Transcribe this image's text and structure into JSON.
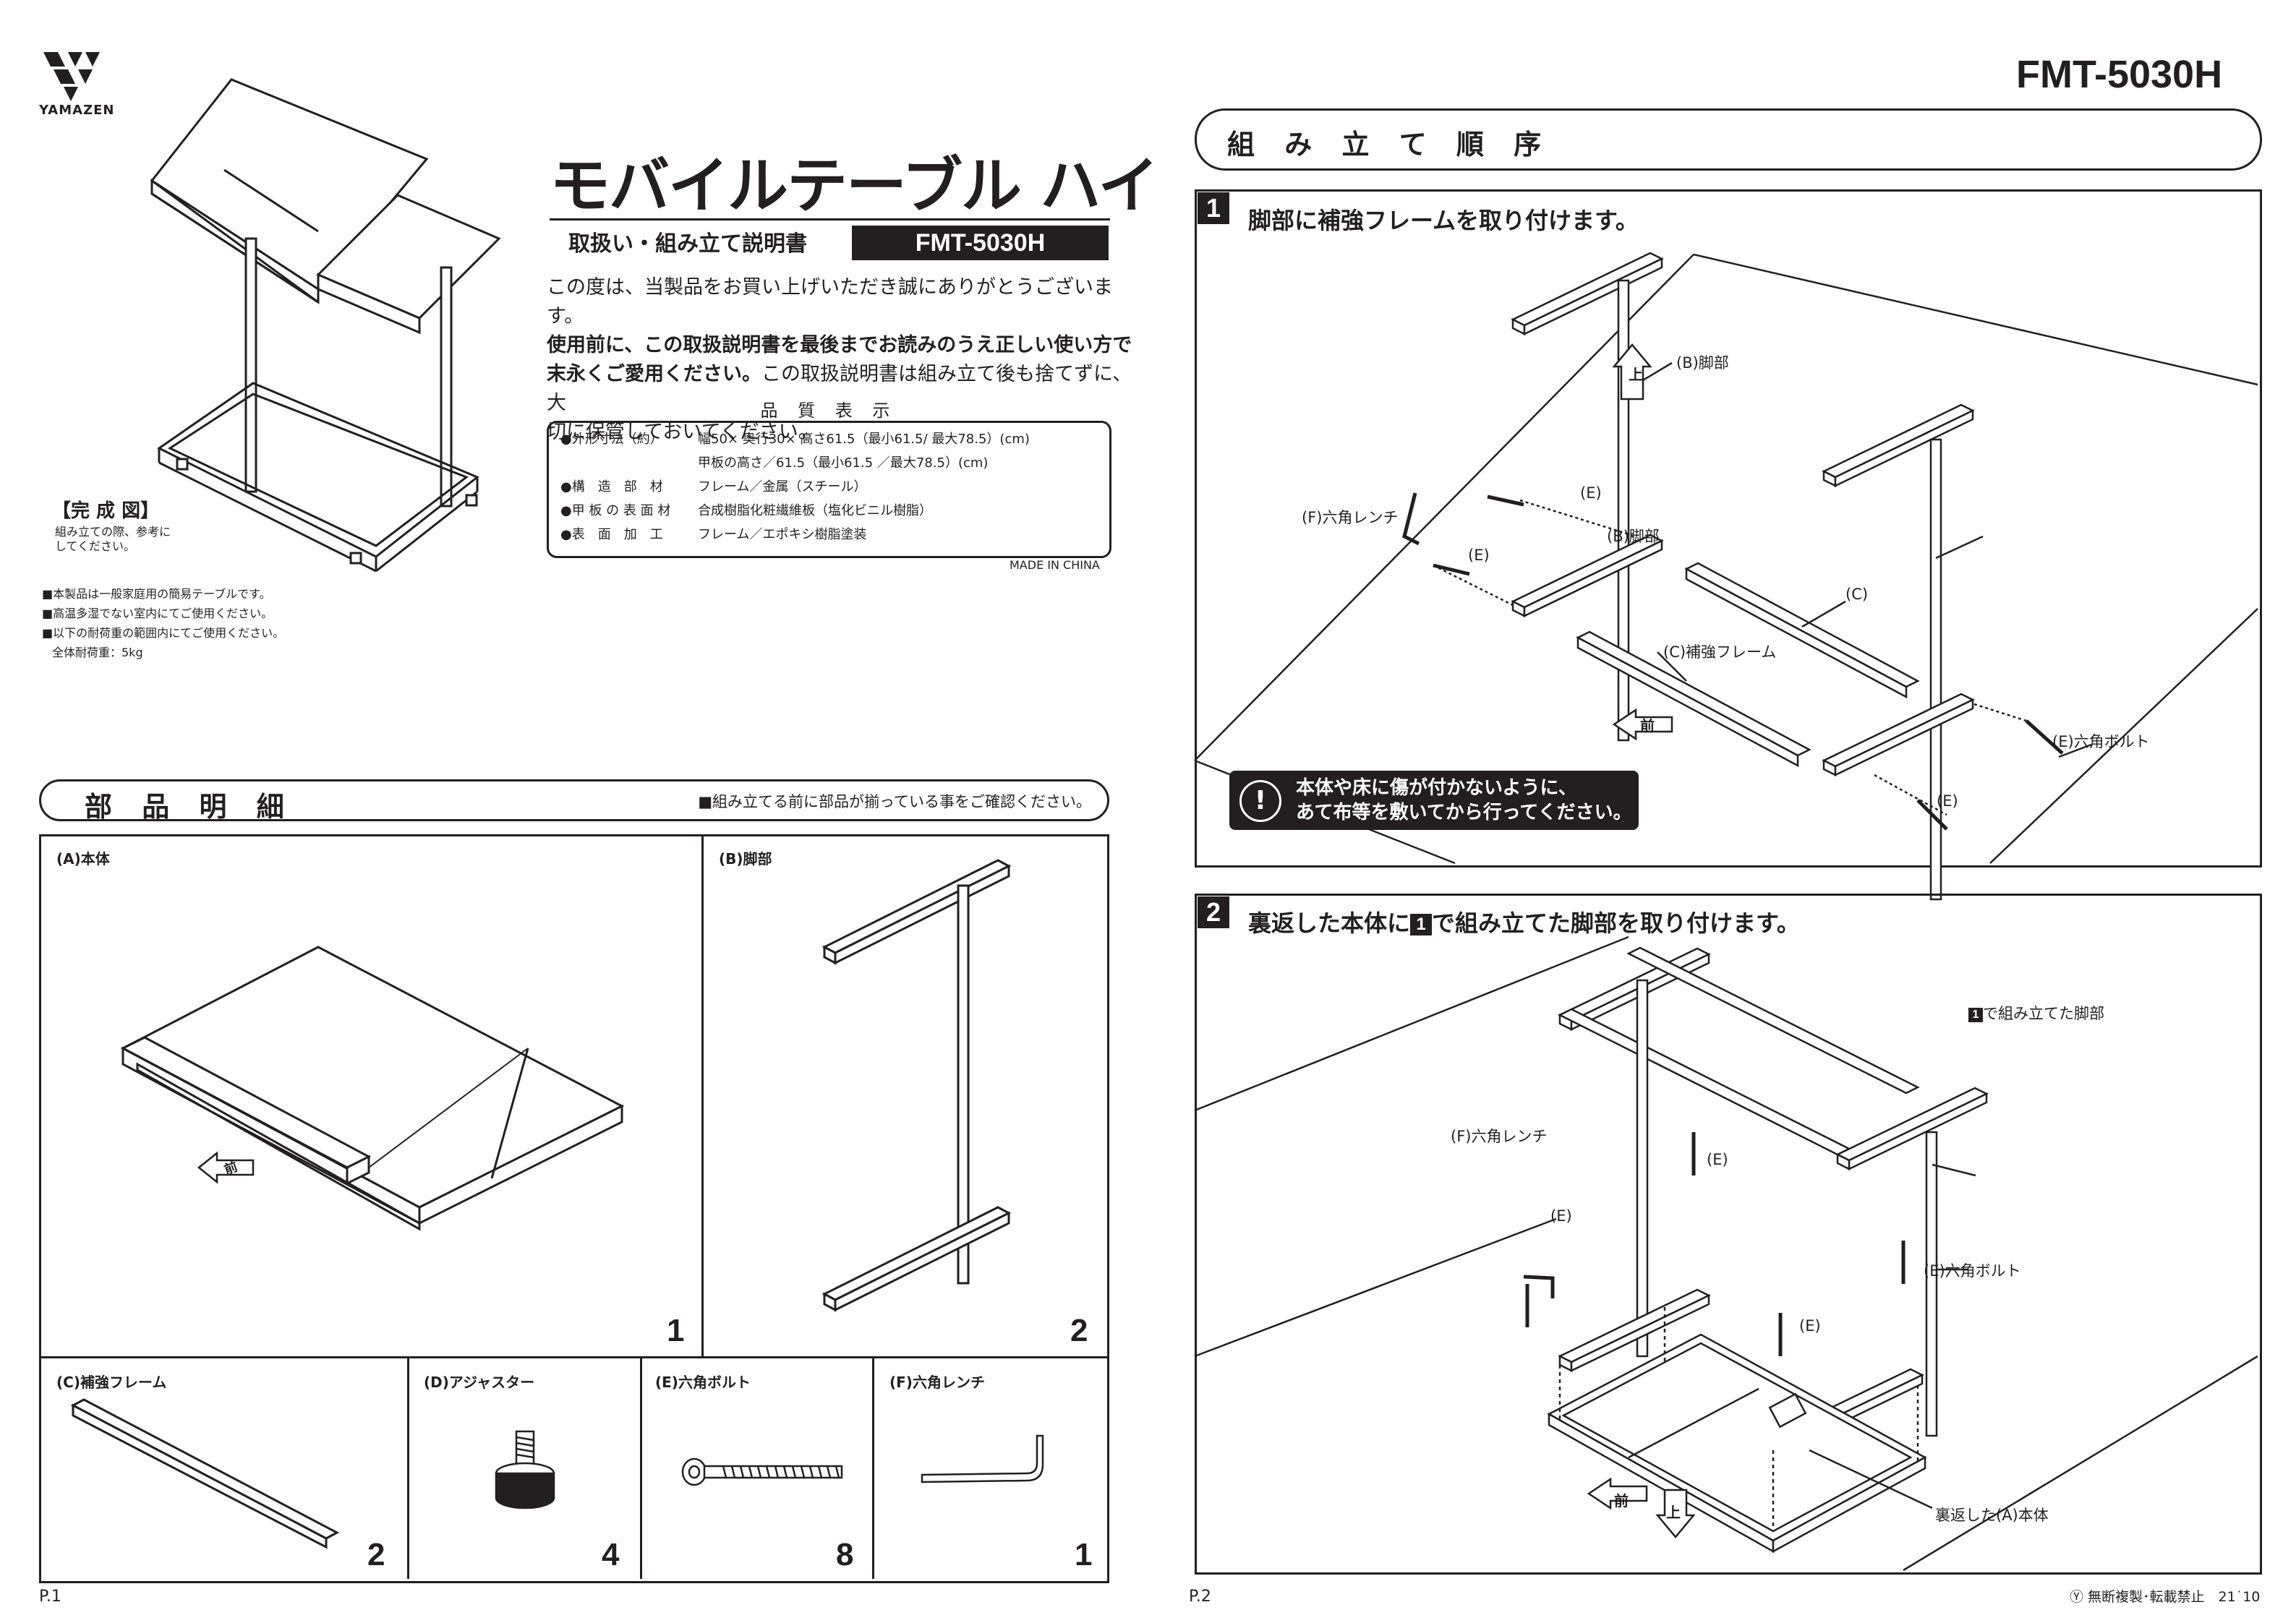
{
  "header": {
    "brand": "YAMAZEN",
    "model_top_right": "FMT-5030H",
    "title": "モバイルテーブル ハイ",
    "subtitle": "取扱い・組み立て説明書",
    "model_box": "FMT-5030H"
  },
  "intro": {
    "line1": "この度は、当製品をお買い上げいただき誠にありがとうございます。",
    "line2": "使用前に、この取扱説明書を最後までお読みのうえ正しい使い方で",
    "line3a": "末永くご愛用ください。",
    "line3b": "この取扱説明書は組み立て後も捨てずに、大",
    "line4": "切に保管しておいてください。"
  },
  "quality": {
    "heading": "品 質 表 示",
    "rows": [
      {
        "label": "●外形寸法（約）",
        "value": "幅50× 奥行30× 高さ61.5（最小61.5/ 最大78.5）(cm)"
      },
      {
        "label": "",
        "value": "甲板の高さ／61.5（最小61.5 ／最大78.5）(cm)"
      },
      {
        "label": "●構　造　部　材",
        "value": "フレーム／金属（スチール）"
      },
      {
        "label": "●甲 板 の 表 面 材",
        "value": "合成樹脂化粧繊維板（塩化ビニル樹脂）"
      },
      {
        "label": "●表　面　加　工",
        "value": "フレーム／エポキシ樹脂塗装"
      }
    ],
    "made_in": "MADE IN CHINA"
  },
  "complete_figure": {
    "title": "【完 成 図】",
    "note1": "組み立ての際、参考に",
    "note2": "してください。"
  },
  "notes": [
    "■本製品は一般家庭用の簡易テーブルです。",
    "■高温多湿でない室内にてご使用ください。",
    "■以下の耐荷重の範囲内にてご使用ください。",
    "全体耐荷重：5kg"
  ],
  "parts_section": {
    "title": "部 品 明 細",
    "note": "■組み立てる前に部品が揃っている事をご確認ください。",
    "parts": [
      {
        "label": "(A)本体",
        "qty": "1"
      },
      {
        "label": "(B)脚部",
        "qty": "2"
      },
      {
        "label": "(C)補強フレーム",
        "qty": "2"
      },
      {
        "label": "(D)アジャスター",
        "qty": "4"
      },
      {
        "label": "(E)六角ボルト",
        "qty": "8"
      },
      {
        "label": "(F)六角レンチ",
        "qty": "1"
      }
    ],
    "front_mark": "前"
  },
  "assembly": {
    "title": "組 み 立 て 順 序",
    "step1": {
      "num": "1",
      "title": "脚部に補強フレームを取り付けます。",
      "labels": {
        "b1": "(B)脚部",
        "b2": "(B)脚部",
        "c1": "(C)",
        "c2": "(C)補強フレーム",
        "e1": "(E)",
        "e2": "(E)",
        "e3": "(E)六角ボルト",
        "e4": "(E)",
        "f": "(F)六角レンチ",
        "up": "上",
        "front": "前"
      },
      "warning1": "本体や床に傷が付かないように、",
      "warning2": "あて布等を敷いてから行ってください。"
    },
    "step2": {
      "num": "2",
      "title_a": "裏返した本体に",
      "title_num": "1",
      "title_b": "で組み立てた脚部を取り付けます。",
      "labels": {
        "legs": "で組み立てた脚部",
        "legs_num": "1",
        "f": "(F)六角レンチ",
        "e1": "(E)",
        "e2": "(E)",
        "e3": "(E)六角ボルト",
        "e4": "(E)",
        "a": "裏返した(A)本体",
        "front": "前",
        "up": "上"
      }
    }
  },
  "footer": {
    "p1": "P.1",
    "p2": "P.2",
    "copyright": "Ⓨ 無断複製･転載禁止　21˙10"
  }
}
